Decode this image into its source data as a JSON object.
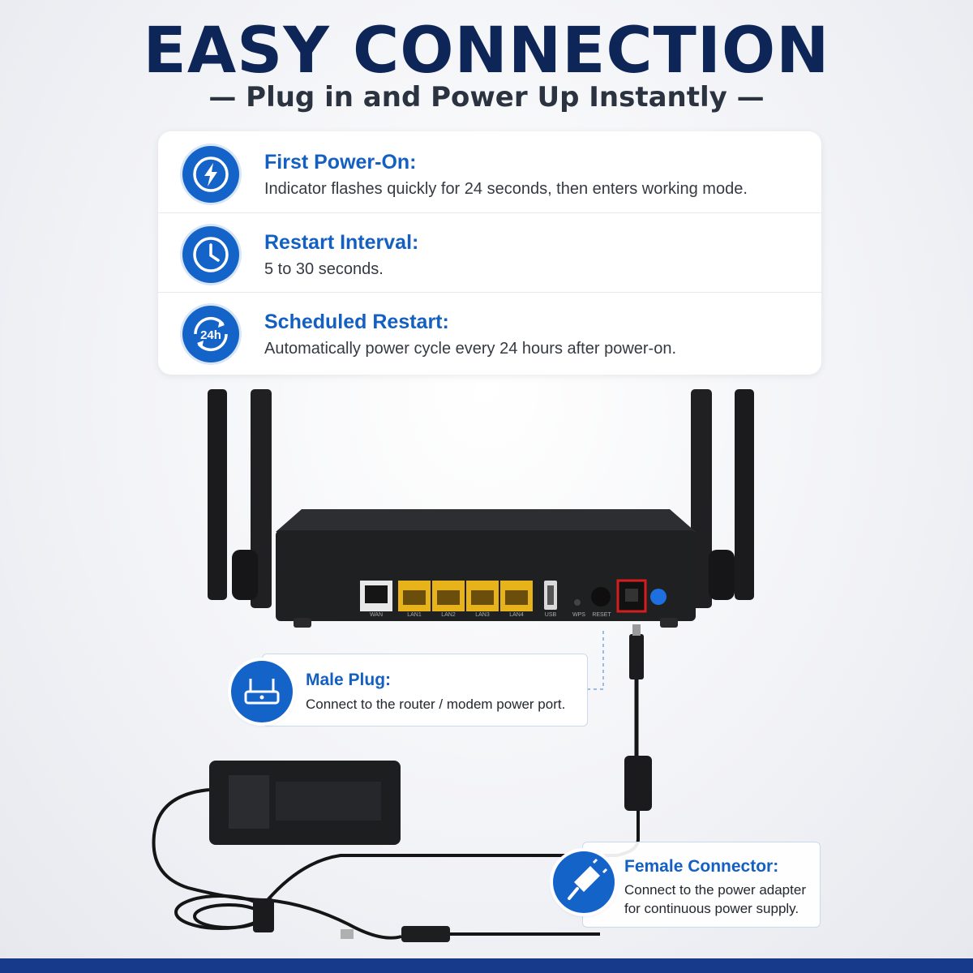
{
  "header": {
    "title": "EASY CONNECTION",
    "subtitle": "— Plug in and Power Up Instantly —"
  },
  "features": [
    {
      "icon": "lightning-icon",
      "title": "First Power-On:",
      "desc": "Indicator flashes quickly for 24 seconds, then enters working mode."
    },
    {
      "icon": "clock-icon",
      "title": "Restart Interval:",
      "desc": "5 to 30 seconds."
    },
    {
      "icon": "cycle-24h-icon",
      "icon_text": "24h",
      "title": "Scheduled Restart:",
      "desc": "Automatically power cycle every 24 hours after power-on."
    }
  ],
  "router": {
    "ports": [
      "WAN",
      "LAN1",
      "LAN2",
      "LAN3",
      "LAN4",
      "USB",
      "WPS",
      "RESET"
    ]
  },
  "callouts": {
    "male": {
      "icon": "router-icon",
      "title": "Male Plug:",
      "desc": "Connect to the router / modem power port."
    },
    "female": {
      "icon": "plug-icon",
      "title": "Female Connector:",
      "desc_1": "Connect to the power adapter",
      "desc_2": "for continuous power supply."
    }
  },
  "colors": {
    "accent": "#1463c8",
    "title": "#0d2557",
    "bar": "#173a8b",
    "highlight": "#d41e1e"
  }
}
